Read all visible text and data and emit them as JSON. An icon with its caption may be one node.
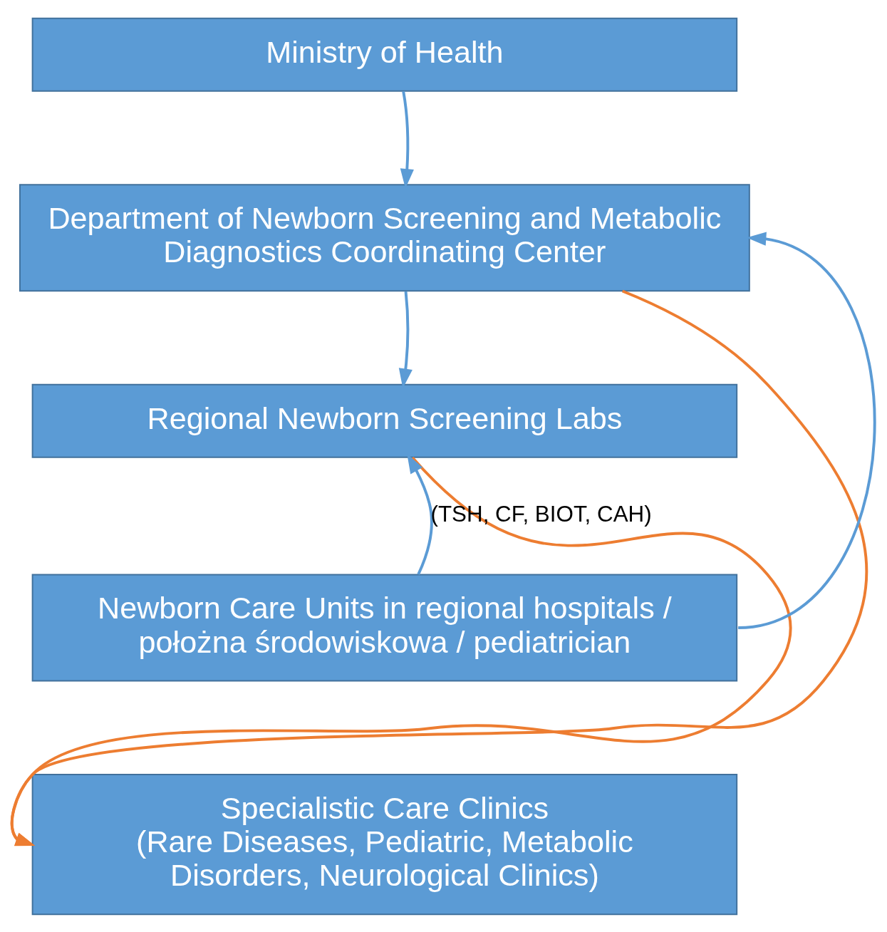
{
  "diagram": {
    "nodes": [
      {
        "text": [
          "Ministry of Health"
        ]
      },
      {
        "text": [
          "Department of Newborn Screening and Metabolic Diagnostics Coordinating Center"
        ]
      },
      {
        "text": [
          "Regional Newborn Screening Labs"
        ]
      },
      {
        "text": [
          "Newborn Care Units in regional hospitals / położna środowiskowa / pediatrician"
        ]
      },
      {
        "text": [
          "Specialistic Care Clinics",
          "(Rare Diseases, Pediatric, Metabolic Disorders, Neurological Clinics)"
        ]
      }
    ],
    "edges": [
      {
        "from": 0,
        "to": 1,
        "arrow": "to"
      },
      {
        "from": 1,
        "to": 2,
        "arrow": "to"
      },
      {
        "from": 3,
        "to": 2,
        "arrow": "to",
        "label": "(TSH, CF, BIOT, CAH)"
      },
      {
        "from": 3,
        "to": 1,
        "arrow": "to"
      },
      {
        "from": 1,
        "to": 4,
        "arrow": "to",
        "color": "#ed7d31"
      },
      {
        "from": 2,
        "to": 4,
        "arrow": "to",
        "color": "#ed7d31"
      }
    ]
  }
}
